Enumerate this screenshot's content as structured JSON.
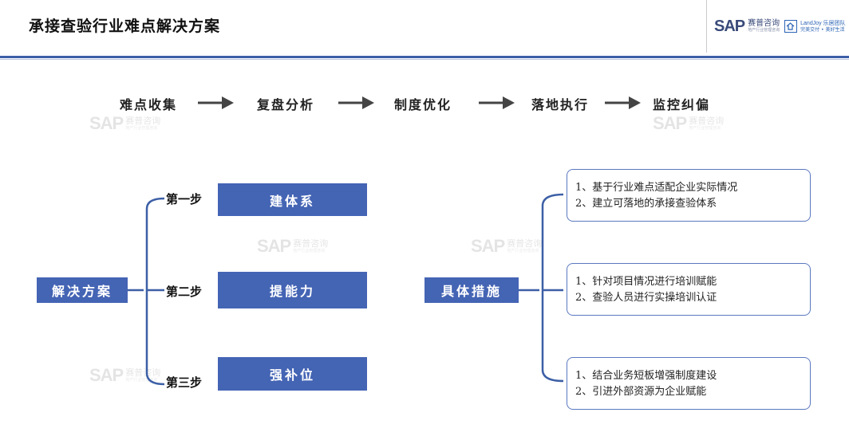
{
  "header": {
    "title": "承接查验行业难点解决方案",
    "logo": {
      "sap": "SAP",
      "sap_cn": "赛普咨询",
      "sap_sub": "地产行业管理咨询",
      "landjoy_en": "LandJoy 乐居团队",
      "landjoy_cn": "完美交付 • 美好生活"
    }
  },
  "process_steps": [
    "难点收集",
    "复盘分析",
    "制度优化",
    "落地执行",
    "监控纠偏"
  ],
  "watermark": {
    "sap": "SAP",
    "cn": "赛普咨询",
    "sub": "地产行业管理咨询"
  },
  "left_tree": {
    "root": "解决方案",
    "branches": [
      {
        "step": "第一步",
        "label": "建体系"
      },
      {
        "step": "第二步",
        "label": "提能力"
      },
      {
        "step": "第三步",
        "label": "强补位"
      }
    ]
  },
  "right_tree": {
    "root": "具体措施",
    "boxes": [
      {
        "lines": [
          "1、基于行业难点适配企业实际情况",
          "2、建立可落地的承接查验体系"
        ]
      },
      {
        "lines": [
          "1、针对项目情况进行培训赋能",
          "2、查验人员进行实操培训认证"
        ]
      },
      {
        "lines": [
          "1、结合业务短板增强制度建设",
          "2、引进外部资源为企业赋能"
        ]
      }
    ]
  },
  "colors": {
    "accent": "#4464b4",
    "connector": "#3c5fa6",
    "arrow": "#444444"
  }
}
